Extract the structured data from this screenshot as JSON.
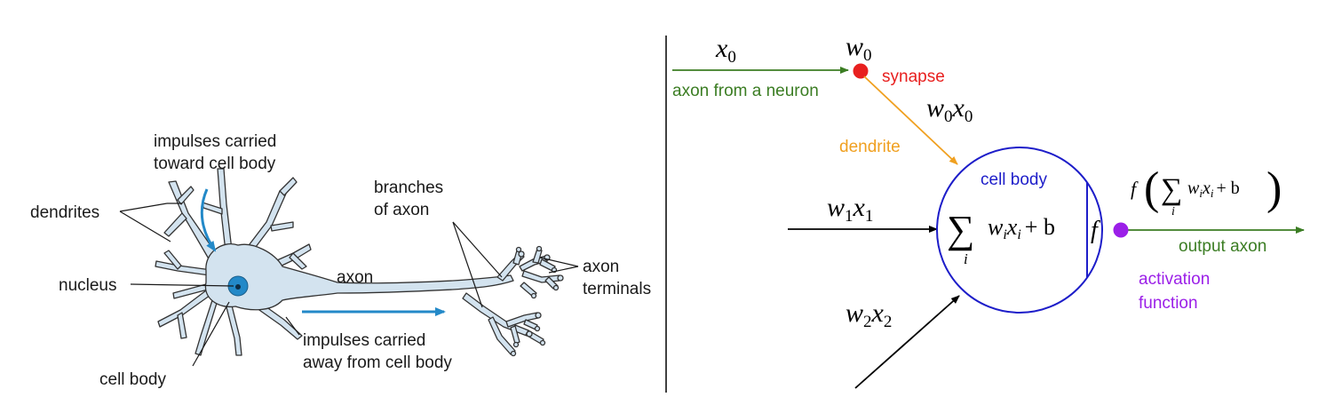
{
  "neuron": {
    "labels": {
      "dendrites": "dendrites",
      "impulses_toward_1": "impulses carried",
      "impulses_toward_2": "toward cell body",
      "branches_1": "branches",
      "branches_2": "of axon",
      "nucleus": "nucleus",
      "axon": "axon",
      "axon_terminals_1": "axon",
      "axon_terminals_2": "terminals",
      "impulses_away_1": "impulses carried",
      "impulses_away_2": "away from cell body",
      "cell_body": "cell body"
    },
    "colors": {
      "cell": "#d3e3ef",
      "nucleus": "#2389c8",
      "arrow": "#2389c8",
      "outline": "#333333"
    }
  },
  "model": {
    "x0": {
      "base": "x",
      "sub": "0"
    },
    "w0": {
      "base": "w",
      "sub": "0"
    },
    "w0x0": {
      "b1": "w",
      "s1": "0",
      "b2": "x",
      "s2": "0"
    },
    "w1x1": {
      "b1": "w",
      "s1": "1",
      "b2": "x",
      "s2": "1"
    },
    "w2x2": {
      "b1": "w",
      "s1": "2",
      "b2": "x",
      "s2": "2"
    },
    "synapse": "synapse",
    "axon_from_neuron": "axon from a neuron",
    "dendrite": "dendrite",
    "cell_body": "cell body",
    "sum_expr": {
      "sigma": "∑",
      "index": "i",
      "w": "w",
      "wsub": "i",
      "x": "x",
      "xsub": "i",
      "plus_b": "+ b"
    },
    "f": "f",
    "output_expr": {
      "f": "f",
      "open": "(",
      "sigma": "∑",
      "index": "i",
      "w": "w",
      "wsub": "i",
      "x": "x",
      "xsub": "i",
      "plus_b": "+ b",
      "close": ")"
    },
    "output_axon": "output axon",
    "activation_1": "activation",
    "activation_2": "function",
    "colors": {
      "green": "#3b7d23",
      "red": "#e8201f",
      "orange": "#f0a020",
      "blue": "#1d1dc9",
      "purple": "#9b1fe8",
      "black": "#000000"
    }
  }
}
